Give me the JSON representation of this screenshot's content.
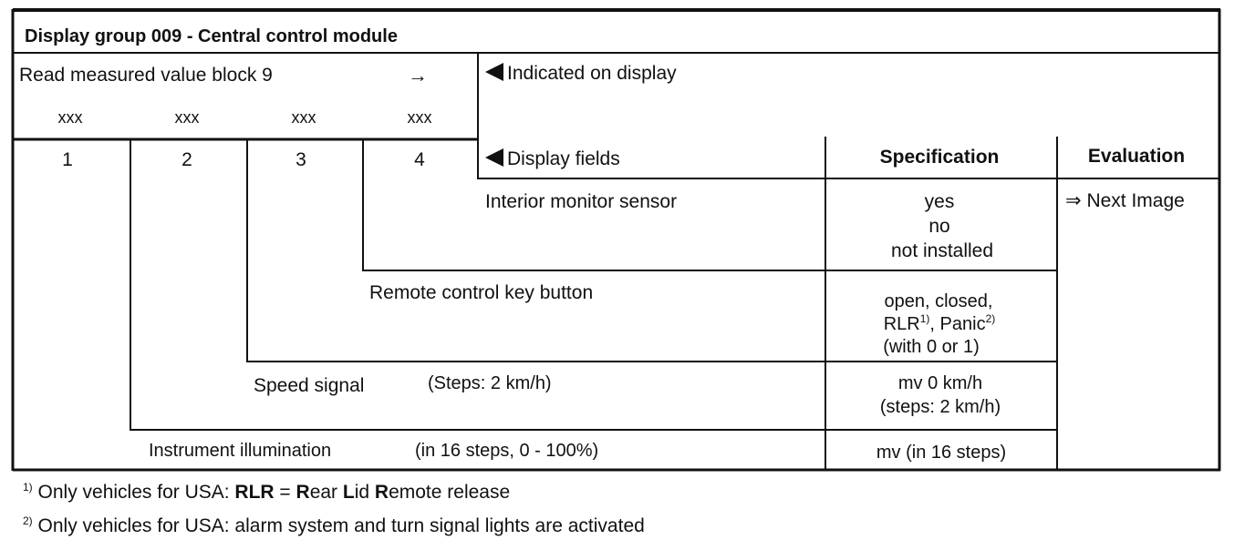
{
  "header": {
    "title": "Display group 009 - Central control module"
  },
  "read_block": {
    "label": "Read measured value block 9",
    "arrow": "→",
    "placeholders": [
      "xxx",
      "xxx",
      "xxx",
      "xxx"
    ],
    "field_numbers": [
      "1",
      "2",
      "3",
      "4"
    ]
  },
  "indicated": {
    "label": "Indicated on display",
    "icon": "left-pointer-triangle"
  },
  "columns": {
    "display_fields": "Display fields",
    "specification": "Specification",
    "evaluation": "Evaluation"
  },
  "rows": [
    {
      "field": "4",
      "name": "Interior monitor sensor",
      "spec_lines": [
        "yes",
        "no",
        "not installed"
      ]
    },
    {
      "field": "3",
      "name": "Remote control key button",
      "spec_line1": "open, closed,",
      "spec_rlr": "RLR",
      "spec_rlr_sup": "1)",
      "spec_panic": ", Panic",
      "spec_panic_sup": "2)",
      "spec_line3": "(with 0 or 1)"
    },
    {
      "field": "2",
      "name": "Speed signal",
      "steps": "(Steps:  2 km/h)",
      "spec_lines": [
        "mv 0 km/h",
        "(steps: 2 km/h)"
      ]
    },
    {
      "field": "1",
      "name": "Instrument illumination",
      "steps": "(in 16 steps, 0 - 100%)",
      "spec_lines": [
        "mv (in 16 steps)"
      ]
    }
  ],
  "evaluation_note": {
    "arrow": "⇒",
    "text": "Next Image"
  },
  "footnotes": [
    {
      "marker": "1)",
      "prefix": "Only vehicles for USA:  ",
      "abbr": "RLR",
      "equals": " = ",
      "r": "R",
      "ear": "ear ",
      "l": "L",
      "id": "id ",
      "r2": "R",
      "emote": "emote release"
    },
    {
      "marker": "2)",
      "text": "Only vehicles for USA:   alarm system and turn signal lights are activated"
    }
  ]
}
